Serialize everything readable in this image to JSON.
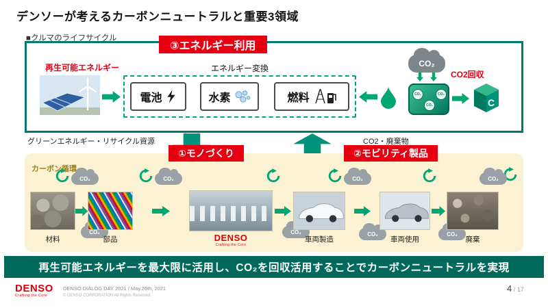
{
  "slide": {
    "title": "デンソーが考えるカーボンニュートラルと重要3領域",
    "lifecycle_label": "■クルマのライフサイクル"
  },
  "energy": {
    "banner": "③エネルギー利用",
    "renewable": "再生可能エネルギー",
    "conversion": "エネルギー変換",
    "co2_recovery": "CO2回収",
    "co2": "CO₂",
    "battery": "電池",
    "hydrogen": "水素",
    "fuel": "燃料",
    "carbon": "C",
    "left_flow": "グリーンエネルギー・リサイクル資源",
    "right_flow": "CO2・廃棄物"
  },
  "lifecycle": {
    "banner_mono": "①モノづくり",
    "banner_mobility": "②モビリティ製品",
    "carbon_cycle": "カーボン循環",
    "co2": "CO₂",
    "stages": [
      {
        "label": "材料"
      },
      {
        "label": "部品"
      },
      {
        "label": "DENSO",
        "sub": "Crafting the Core"
      },
      {
        "label": "車両製造"
      },
      {
        "label": "車両使用"
      },
      {
        "label": "廃棄"
      }
    ]
  },
  "bottom_banner": "再生可能エネルギーを最大限に活用し、CO₂を回収活用することでカーボンニュートラルを実現",
  "footer": {
    "logo": "DENSO",
    "logo_sub": "Crafting the Core",
    "event": "DENSO DIALOG DAY 2021  /  May.26th, 2021",
    "copyright": "© DENSO CORPORATION All Rights Reserved.",
    "page": "4",
    "page_total": " / 17"
  }
}
